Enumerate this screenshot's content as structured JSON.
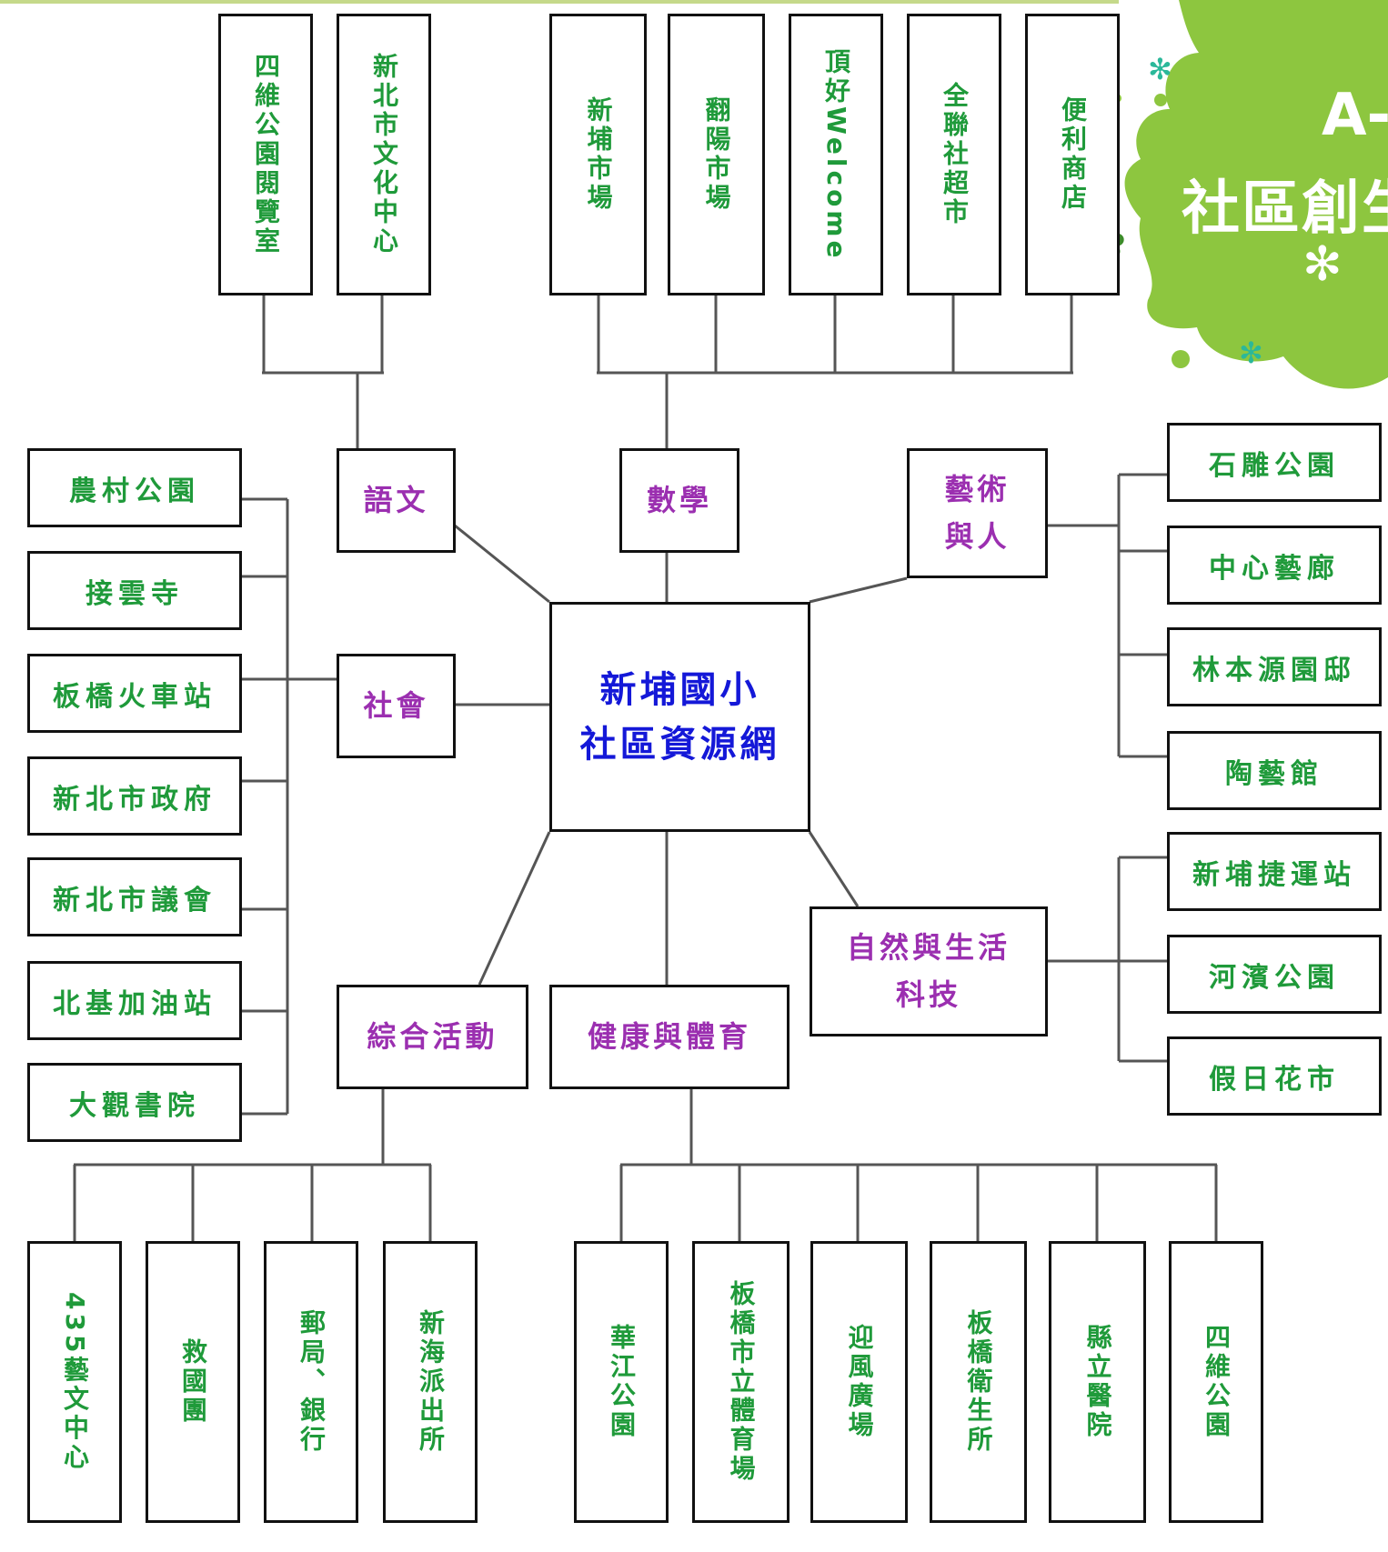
{
  "center": {
    "label": "新埔國小\n社區資源網"
  },
  "categories": {
    "language": "語文",
    "math": "數學",
    "arts": "藝術\n與人",
    "social": "社會",
    "science": "自然與生活\n科技",
    "integrated": "綜合活動",
    "health": "健康與體育"
  },
  "resources": {
    "language": [
      "四維公園閱覽室",
      "新北市文化中心"
    ],
    "math": [
      "新埔市場",
      "翻陽市場",
      "頂好Welcome",
      "全聯社超市",
      "便利商店"
    ],
    "arts": [
      "石雕公園",
      "中心藝廊",
      "林本源園邸",
      "陶藝館"
    ],
    "social": [
      "農村公園",
      "接雲寺",
      "板橋火車站",
      "新北市政府",
      "新北市議會",
      "北基加油站",
      "大觀書院"
    ],
    "science": [
      "新埔捷運站",
      "河濱公園",
      "假日花市"
    ],
    "integrated": [
      "435藝文中心",
      "救國團",
      "郵局、銀行",
      "新海派出所"
    ],
    "health": [
      "華江公園",
      "板橋市立體育場",
      "迎風廣場",
      "板橋衛生所",
      "縣立醫院",
      "四維公園"
    ]
  },
  "corner_banner": {
    "line1": "A-",
    "line2": "社區創生"
  },
  "colors": {
    "center_text": "#1418d8",
    "category_text": "#9b2fb0",
    "resource_text": "#1f9a3a",
    "lines": "#444444",
    "banner_bg": "#8dc63f"
  }
}
